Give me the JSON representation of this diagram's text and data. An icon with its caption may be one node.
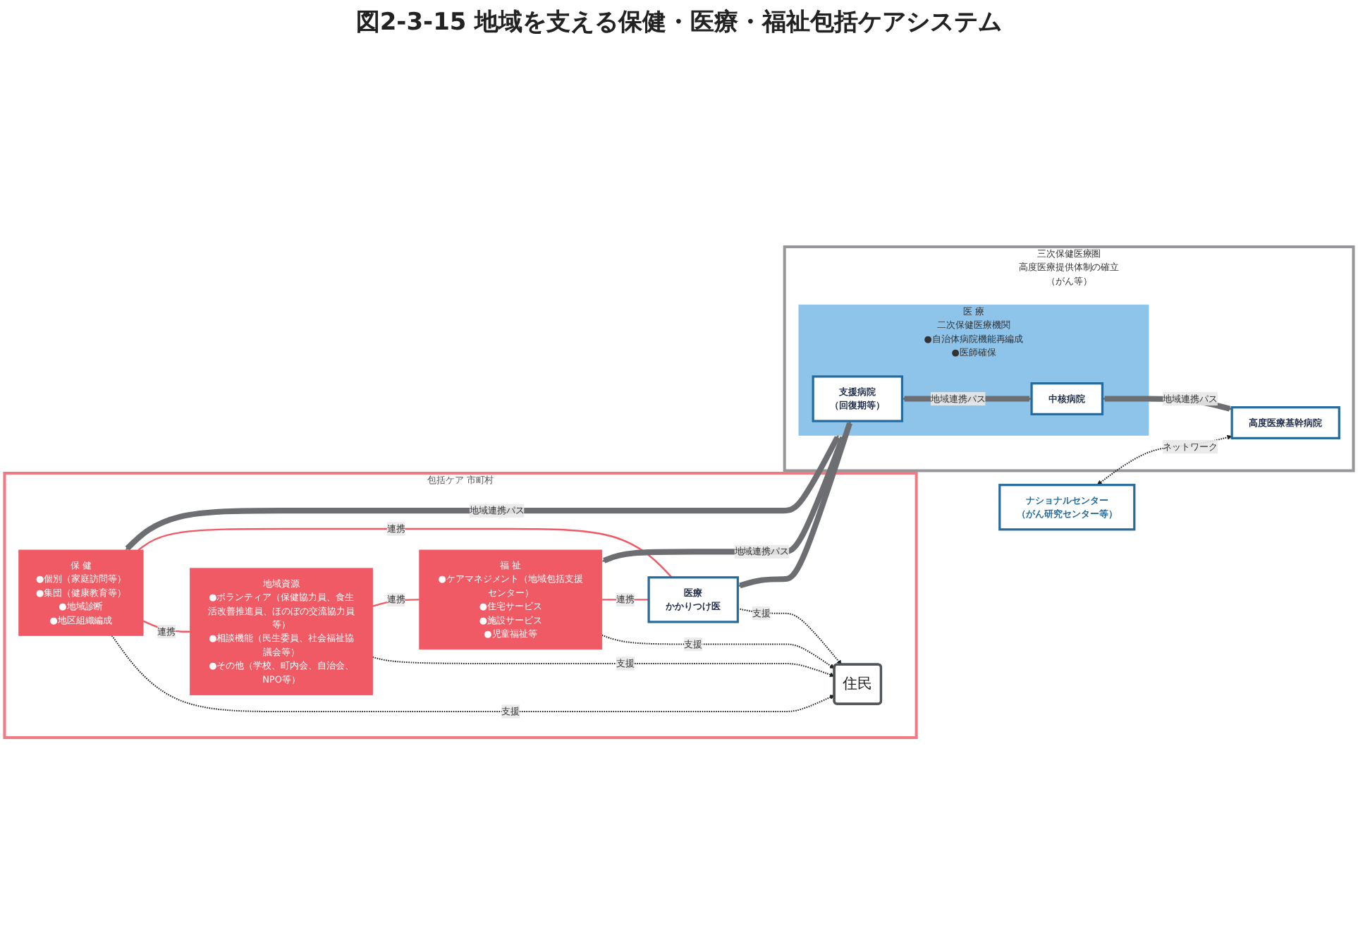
{
  "diagram": {
    "title": "図2-3-15 地域を支える保健・医療・福祉包括ケアシステム",
    "nodes": [
      {
        "text": [
          "包括ケア 市町村"
        ]
      },
      {
        "text": [
          "保 健",
          "●個別（家庭訪問等）",
          "●集団（健康教育等）",
          "●地域診断",
          "●地区組織編成"
        ],
        "in": 0
      },
      {
        "text": [
          "地域資源",
          "●ボランティア（保健協力員、食生活改善推進員、ほのぼの交流協力員等）",
          "●相談機能（民生委員、社会福祉協議会等）",
          "●その他（学校、町内会、自治会、NPO等）"
        ],
        "in": 0
      },
      {
        "text": [
          "住民"
        ],
        "in": 0
      },
      {
        "text": [
          "福 祉",
          "●ケアマネジメント（地域包括支援センター）",
          "●住宅サービス",
          "●施設サービス",
          "●児童福祉等"
        ],
        "in": 0
      },
      {
        "text": [
          "医療",
          "かかりつけ医"
        ],
        "in": 0
      },
      {
        "text": [
          "三次保健医療圏",
          "高度医療提供体制の確立（がん等）"
        ]
      },
      {
        "text": [
          "医 療",
          "二次保健医療機関",
          "●自治体病院機能再編成",
          "●医師確保"
        ],
        "in": 6
      },
      {
        "text": [
          "支援病院",
          "（回復期等）"
        ],
        "in": 7
      },
      {
        "text": [
          "中核病院"
        ],
        "in": 7
      },
      {
        "text": [
          "高度医療基幹病院"
        ],
        "in": 6
      },
      {
        "text": [
          "ナショナルセンター",
          "（がん研究センター等）"
        ]
      }
    ],
    "edges": [
      {
        "from": 1,
        "to": 3,
        "arrow": "to",
        "label": "支援",
        "style": "dashed"
      },
      {
        "from": 2,
        "to": 3,
        "arrow": "to",
        "label": "支援",
        "style": "dashed"
      },
      {
        "from": 5,
        "to": 3,
        "arrow": "to",
        "label": "支援",
        "style": "dashed"
      },
      {
        "from": 4,
        "to": 3,
        "arrow": "to",
        "label": "支援",
        "style": "dashed"
      },
      {
        "from": 1,
        "to": 2,
        "arrow": "none",
        "label": "連携",
        "color": "#f05a64"
      },
      {
        "from": 2,
        "to": 4,
        "arrow": "none",
        "label": "連携",
        "color": "#f05a64"
      },
      {
        "from": 4,
        "to": 5,
        "arrow": "none",
        "label": "連携",
        "color": "#f05a64"
      },
      {
        "from": 1,
        "to": 5,
        "arrow": "none",
        "label": "連携",
        "color": "#f05a64"
      },
      {
        "from": 1,
        "to": 7,
        "arrow": "both",
        "label": "地域連携パス",
        "style": "thick"
      },
      {
        "from": 4,
        "to": 7,
        "arrow": "both",
        "label": "地域連携パス",
        "style": "thick"
      },
      {
        "from": 5,
        "to": 8,
        "arrow": "both",
        "style": "thick"
      },
      {
        "from": 8,
        "to": 9,
        "arrow": "both",
        "label": "地域連携パス",
        "style": "thick"
      },
      {
        "from": 9,
        "to": 10,
        "arrow": "both",
        "label": "地域連携パス",
        "style": "thick"
      },
      {
        "from": 11,
        "to": 10,
        "arrow": "both",
        "label": "ネットワーク",
        "style": "dashed"
      }
    ]
  }
}
